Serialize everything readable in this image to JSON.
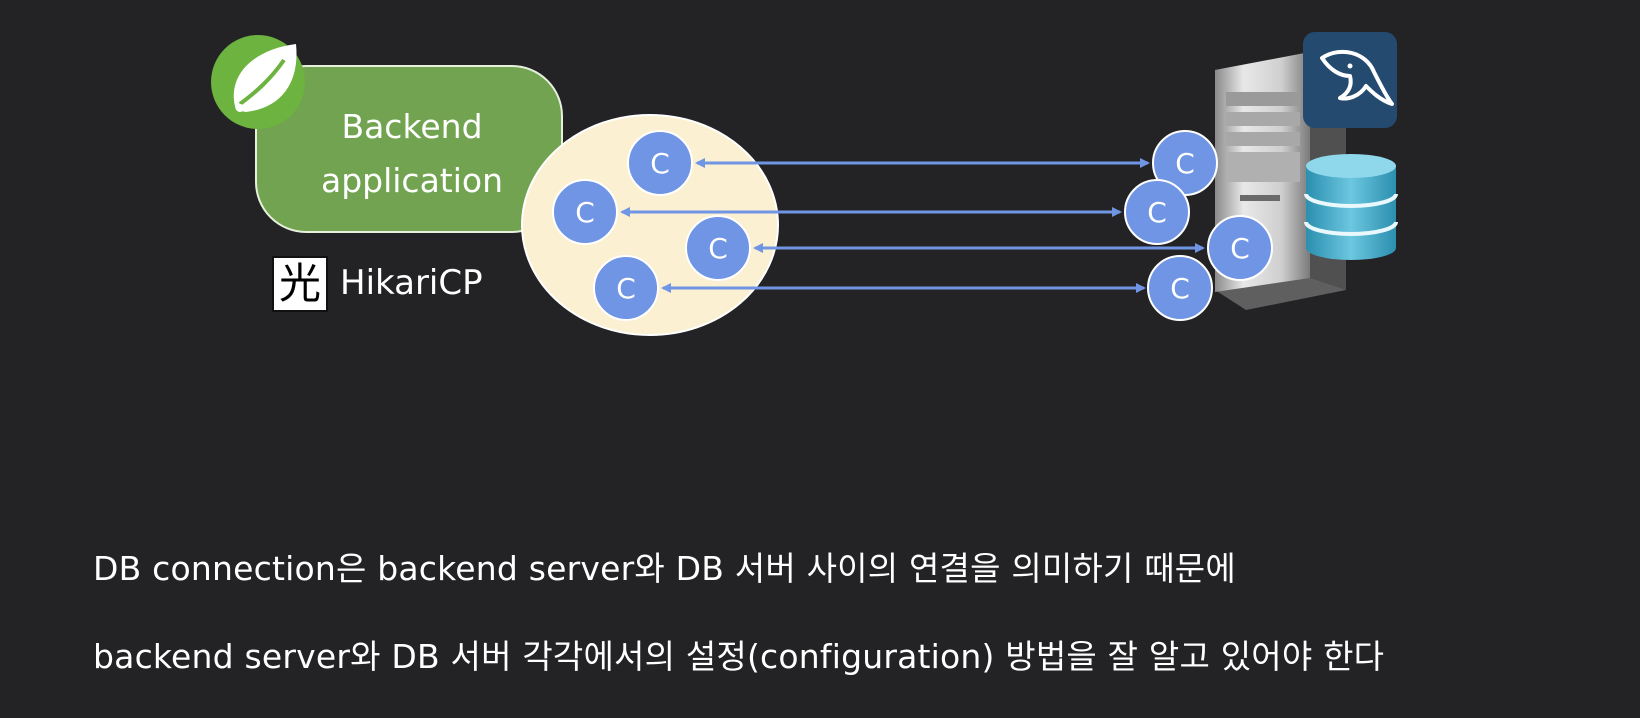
{
  "app": {
    "line1": "Backend",
    "line2": "application"
  },
  "pool": {
    "name": "HikariCP",
    "logo_glyph": "光",
    "connection_label": "C"
  },
  "database": {
    "logo": "mysql-dolphin-icon"
  },
  "captions": {
    "line1": "DB connection은 backend server와 DB 서버 사이의 연결을 의미하기 때문에",
    "line2": "backend server와 DB 서버 각각에서의 설정(configuration) 방법을 잘 알고 있어야 한다"
  },
  "colors": {
    "background": "#232224",
    "app_box": "#71a350",
    "pool_ellipse": "#fbf0d2",
    "connection": "#6f95e4",
    "arrow": "#6f95e4",
    "spring_green": "#6db33f",
    "mysql_tile": "#244a6f",
    "db_cylinder": "#3ea5c4"
  }
}
